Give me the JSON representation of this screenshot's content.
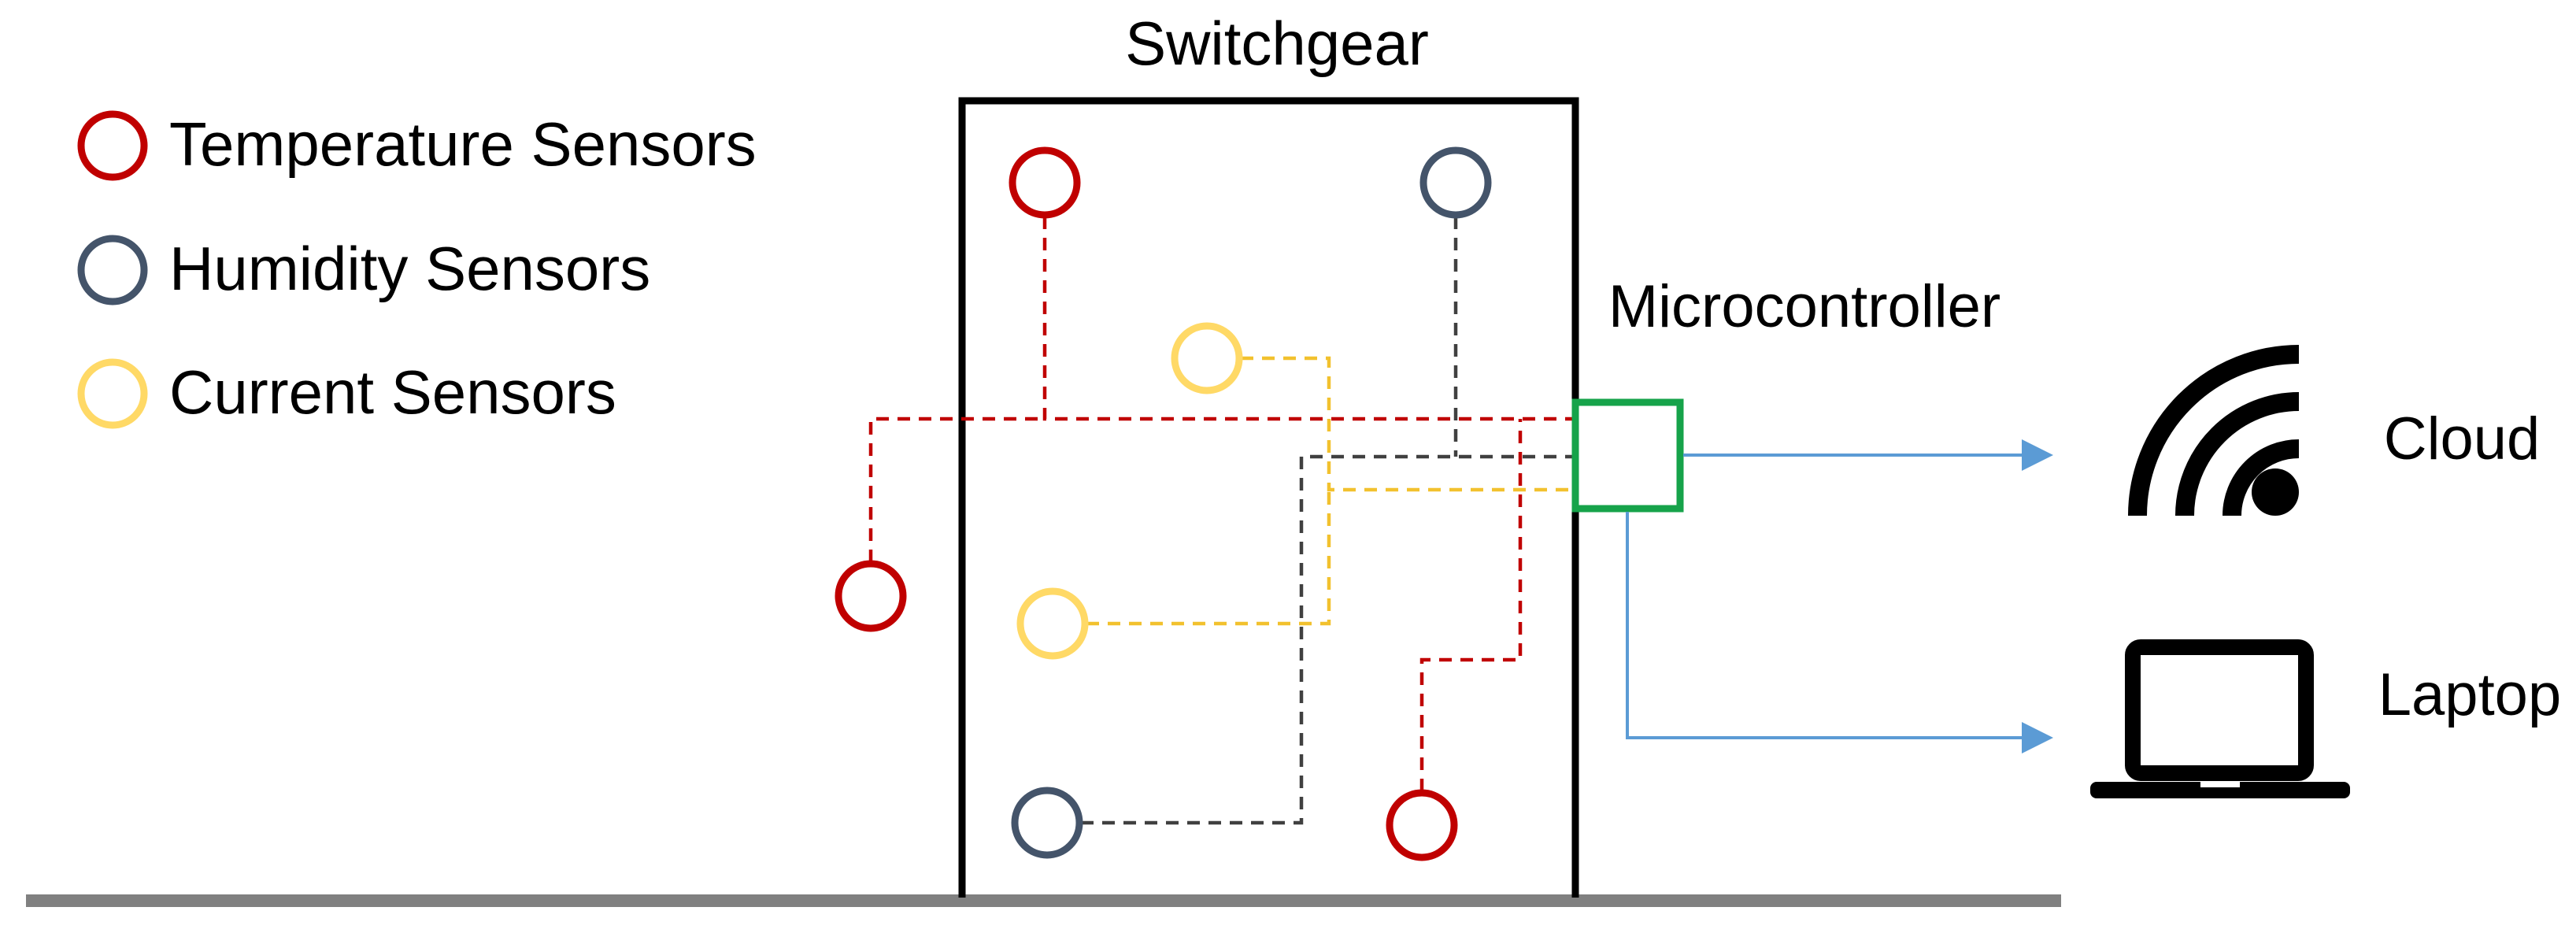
{
  "diagram": {
    "title": "Switchgear",
    "legend": [
      {
        "label": "Temperature Sensors",
        "color": "#c00000",
        "kind": "temperature"
      },
      {
        "label": "Humidity Sensors",
        "color": "#44546a",
        "kind": "humidity"
      },
      {
        "label": "Current Sensors",
        "color": "#ffd966",
        "kind": "current"
      }
    ],
    "microcontroller": {
      "label": "Microcontroller",
      "color": "#16a34a"
    },
    "devices": {
      "cloud": {
        "label": "Cloud",
        "icon": "wifi-icon"
      },
      "laptop": {
        "label": "Laptop",
        "icon": "laptop-icon"
      }
    },
    "colors": {
      "temperature": "#c00000",
      "humidity": "#44546a",
      "current": "#ffd966",
      "current_wire": "#f2c12e",
      "humidity_wire": "#404040",
      "arrow": "#5b9bd5",
      "ground": "#808080",
      "enclosure": "#000000"
    }
  }
}
